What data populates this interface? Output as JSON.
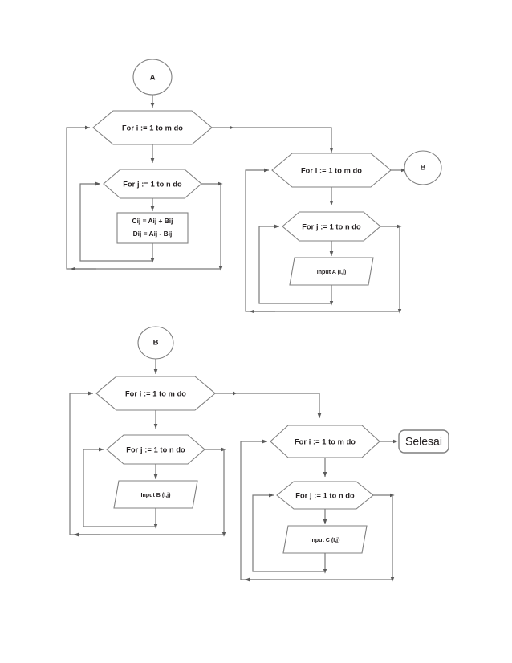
{
  "document": {
    "title": "Flowchart Matriks",
    "background_color": "#ffffff",
    "line_color": "#7a7a7a",
    "shape_stroke_color": "#808080",
    "text_color": "#231f20"
  },
  "labels": {
    "loop_i": "For i := 1 to m do",
    "loop_j": "For j := 1 to n do",
    "connector_a": "A",
    "connector_b": "B",
    "terminal_end": "Selesai",
    "process_line1": "Cij = Aij + Bij",
    "process_line2": "Dij = Aij - Bij",
    "input_a": "Input A (I,j)",
    "input_b": "Input B (I,j)",
    "input_c": "Input C (I,j)"
  },
  "blocks": [
    {
      "id": "block-1",
      "name": "compute-block",
      "entry_connector": "A",
      "outer_loop": "For i := 1 to m do",
      "inner_loop": "For j := 1 to n do",
      "body_type": "process",
      "body_text": [
        "Cij = Aij + Bij",
        "Dij = Aij - Bij"
      ],
      "exit_target": "block-2"
    },
    {
      "id": "block-2",
      "name": "input-a-block",
      "entry_connector": null,
      "outer_loop": "For i := 1 to m do",
      "inner_loop": "For j := 1 to n do",
      "body_type": "input",
      "body_text": [
        "Input A (I,j)"
      ],
      "exit_target": "B"
    },
    {
      "id": "block-3",
      "name": "input-b-block",
      "entry_connector": "B",
      "outer_loop": "For i := 1 to m do",
      "inner_loop": "For j := 1 to n do",
      "body_type": "input",
      "body_text": [
        "Input B (I,j)"
      ],
      "exit_target": "block-4"
    },
    {
      "id": "block-4",
      "name": "input-c-block",
      "entry_connector": null,
      "outer_loop": "For i := 1 to m do",
      "inner_loop": "For j := 1 to n do",
      "body_type": "input",
      "body_text": [
        "Input C (I,j)"
      ],
      "exit_target": "Selesai"
    }
  ]
}
